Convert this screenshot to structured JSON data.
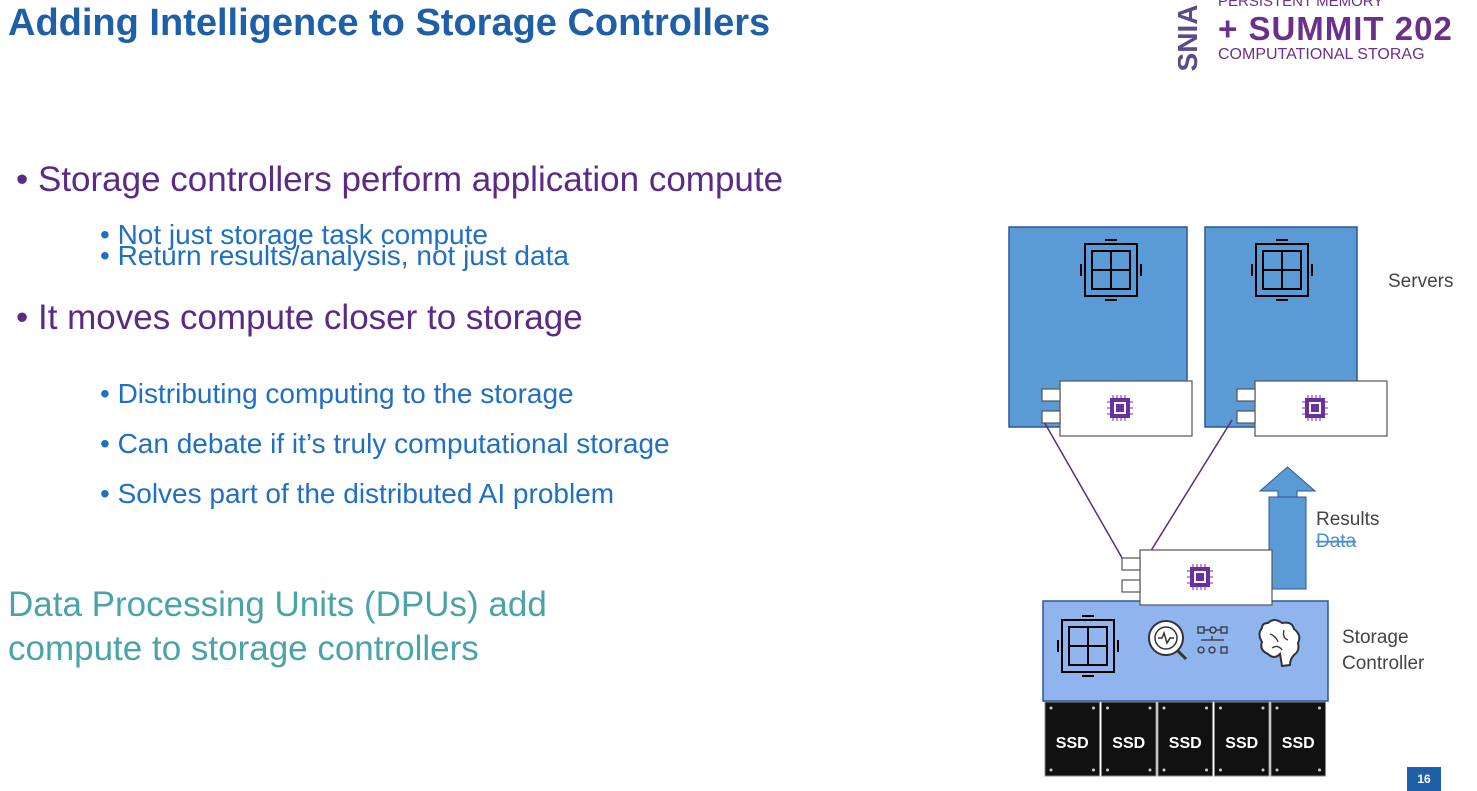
{
  "title": "Adding Intelligence to Storage Controllers",
  "logo": {
    "org": "SNIA",
    "line1": "PERSISTENT MEMORY",
    "line2": "+ SUMMIT 202",
    "line3": "COMPUTATIONAL STORAG"
  },
  "bullets": [
    {
      "text": "• Storage controllers perform application compute",
      "subs": [
        "• Not just storage task compute",
        "• Return results/analysis, not just data"
      ]
    },
    {
      "text": "• It moves compute closer to storage",
      "subs": [
        "• Distributing computing to the storage",
        "• Can debate if it’s truly computational storage",
        "• Solves part of the distributed AI problem"
      ]
    }
  ],
  "dpu_text": [
    "Data Processing Units (DPUs) add",
    "compute to storage controllers"
  ],
  "diagram": {
    "servers_label": "Servers",
    "results_label": "Results",
    "data_label": "Data",
    "controller_label": [
      "Storage",
      "Controller"
    ],
    "ssd_label": "SSD",
    "ssd_count": 5
  },
  "page_number": "16",
  "colors": {
    "title": "#1f5fa8",
    "server": "#5b9bd5",
    "controller": "#8fb4ee",
    "chip": "#6b2fa0",
    "teal": "#4aa3a8"
  }
}
